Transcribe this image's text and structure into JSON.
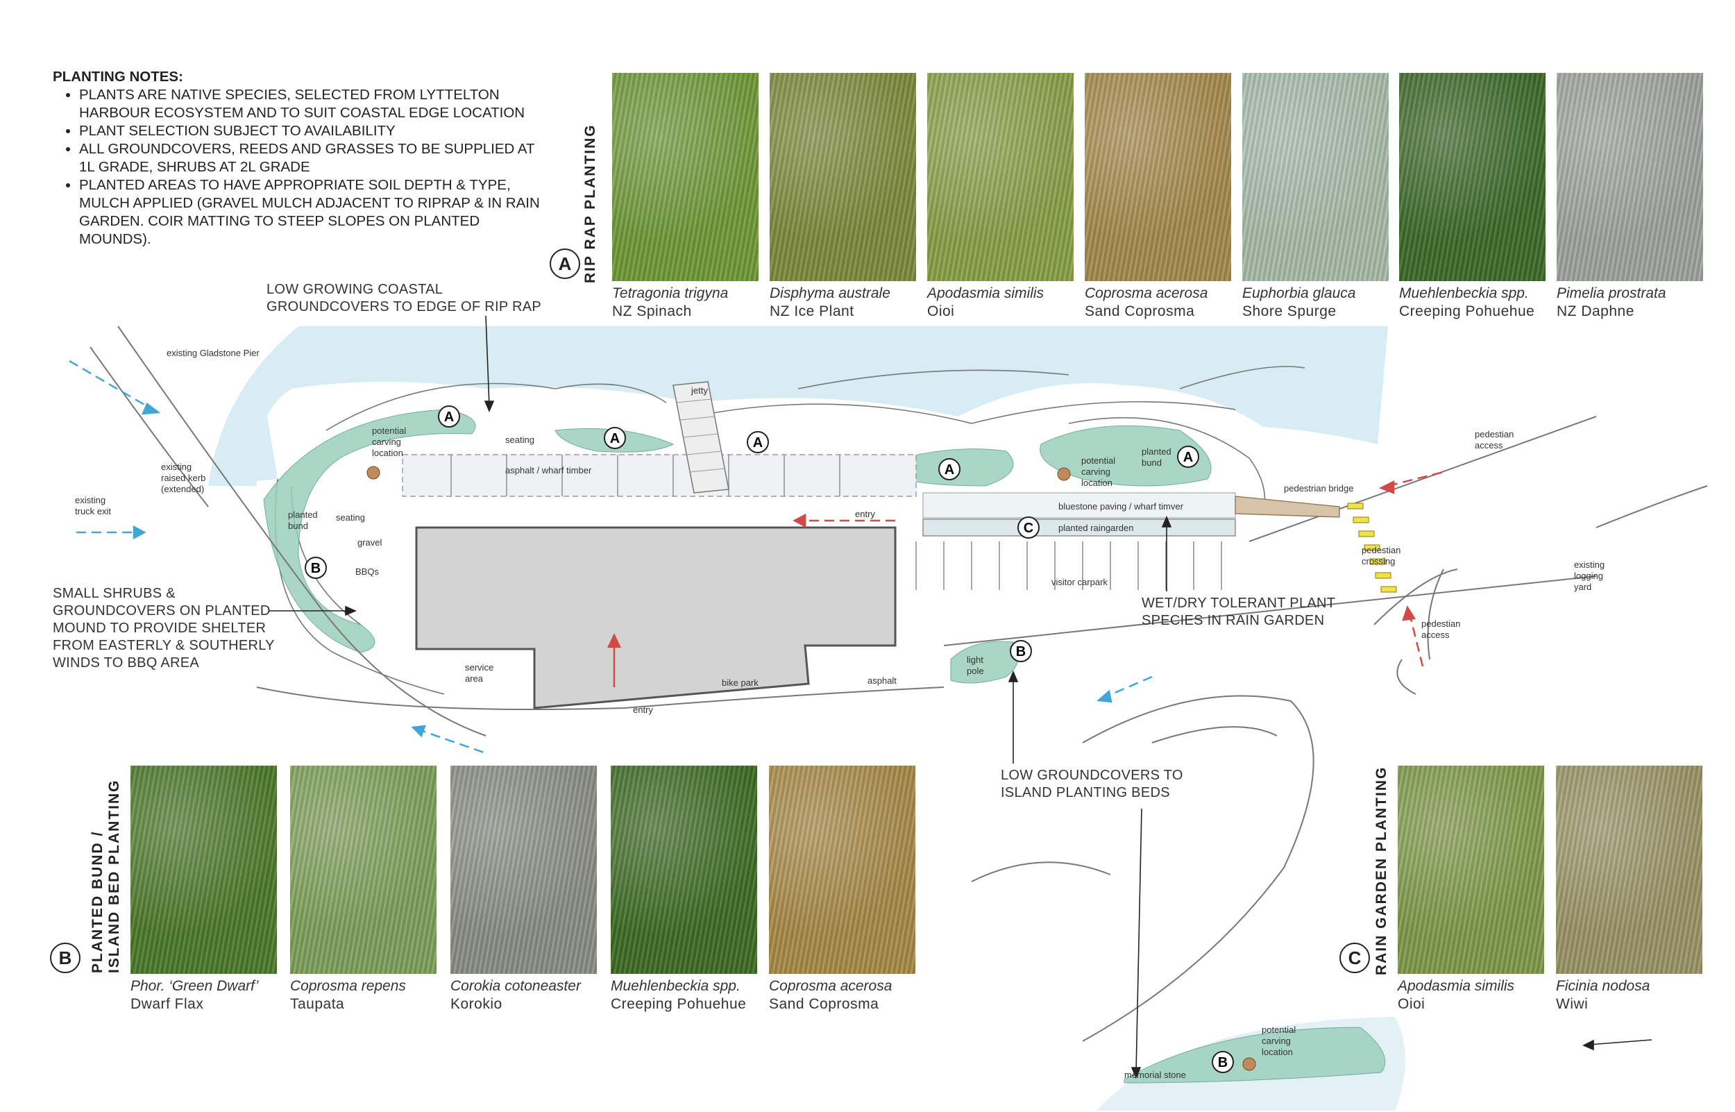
{
  "planting_notes": {
    "title": "PLANTING NOTES:",
    "items": [
      "PLANTS ARE NATIVE SPECIES, SELECTED FROM LYTTELTON HARBOUR ECOSYSTEM AND TO SUIT COASTAL EDGE LOCATION",
      "PLANT SELECTION SUBJECT TO AVAILABILITY",
      "ALL GROUNDCOVERS, REEDS AND GRASSES TO BE SUPPLIED AT 1L GRADE, SHRUBS AT 2L GRADE",
      "PLANTED AREAS TO HAVE APPROPRIATE SOIL DEPTH & TYPE, MULCH APPLIED (GRAVEL MULCH ADJACENT TO RIPRAP & IN RAIN GARDEN. COIR MATTING TO STEEP SLOPES ON PLANTED MOUNDS)."
    ]
  },
  "sections": {
    "rip_rap": {
      "letter": "A",
      "title": "RIP RAP PLANTING",
      "plants": [
        {
          "scientific": "Tetragonia trigyna",
          "common": "NZ Spinach",
          "color": "#6f9a3a"
        },
        {
          "scientific": "Disphyma australe",
          "common": "NZ Ice Plant",
          "color": "#7e8a3c"
        },
        {
          "scientific": "Apodasmia similis",
          "common": "Oioi",
          "color": "#8aa04a"
        },
        {
          "scientific": "Coprosma acerosa",
          "common": "Sand Coprosma",
          "color": "#a58a4c"
        },
        {
          "scientific": "Euphorbia glauca",
          "common": "Shore Spurge",
          "color": "#a7bca8"
        },
        {
          "scientific": "Muehlenbeckia spp.",
          "common": "Creeping Pohuehue",
          "color": "#3d6a2a"
        },
        {
          "scientific": "Pimelia prostrata",
          "common": "NZ Daphne",
          "color": "#9fa49e"
        }
      ]
    },
    "planted_bund": {
      "letter": "B",
      "title_line1": "PLANTED BUND /",
      "title_line2": "ISLAND BED PLANTING",
      "plants": [
        {
          "scientific": "Phor. ‘Green Dwarf’",
          "common": "Dwarf Flax",
          "color": "#4d7a2c"
        },
        {
          "scientific": "Coprosma repens",
          "common": "Taupata",
          "color": "#7ea05a"
        },
        {
          "scientific": "Corokia cotoneaster",
          "common": "Korokio",
          "color": "#8b8f86"
        },
        {
          "scientific": "Muehlenbeckia spp.",
          "common": "Creeping Pohuehue",
          "color": "#3f6d26"
        },
        {
          "scientific": "Coprosma acerosa",
          "common": "Sand Coprosma",
          "color": "#a88a48"
        }
      ]
    },
    "rain_garden": {
      "letter": "C",
      "title": "RAIN GARDEN PLANTING",
      "plants": [
        {
          "scientific": "Apodasmia similis",
          "common": "Oioi",
          "color": "#7f9a4a"
        },
        {
          "scientific": "Ficinia nodosa",
          "common": "Wiwi",
          "color": "#9a9466"
        }
      ]
    }
  },
  "callouts": {
    "rip_rap_edge": [
      "LOW GROWING COASTAL",
      "GROUNDCOVERS TO EDGE OF RIP RAP"
    ],
    "planted_mound": [
      "SMALL SHRUBS &",
      "GROUNDCOVERS ON PLANTED",
      "MOUND TO PROVIDE SHELTER",
      "FROM EASTERLY & SOUTHERLY",
      "WINDS TO BBQ AREA"
    ],
    "rain_garden": [
      "WET/DRY TOLERANT PLANT",
      "SPECIES IN RAIN GARDEN"
    ],
    "island_beds": [
      "LOW GROUNDCOVERS TO",
      "ISLAND PLANTING BEDS"
    ]
  },
  "map_labels": {
    "existing_pier": "existing Gladstone Pier",
    "existing_truck_exit": [
      "existing",
      "truck exit"
    ],
    "existing_kerb": [
      "existing",
      "raised kerb",
      "(extended)"
    ],
    "jetty": "jetty",
    "potential_carving_1": [
      "potential",
      "carving",
      "location"
    ],
    "seating_1": "seating",
    "asphalt_wharf": "asphalt / wharf timber",
    "planted_bund_1": [
      "planted",
      "bund"
    ],
    "seating_2": "seating",
    "gravel": "gravel",
    "bbqs": "BBQs",
    "entry_1": "entry",
    "potential_carving_2": [
      "potential",
      "carving",
      "location"
    ],
    "planted_bund_2": [
      "planted",
      "bund"
    ],
    "bluestone": "bluestone paving / wharf timver",
    "planted_raingarden": "planted raingarden",
    "pedestrian_bridge": "pedestrian bridge",
    "pedestrian_access_1": [
      "pedestian",
      "access"
    ],
    "pedestrian_crossing": [
      "pedestian",
      "crossing"
    ],
    "pedestrian_access_2": [
      "pedestian",
      "access"
    ],
    "existing_logging": [
      "existing",
      "logging",
      "yard"
    ],
    "visitor_carpark": "visitor carpark",
    "service_area": [
      "service",
      "area"
    ],
    "entry_2": "entry",
    "bike_park": "bike park",
    "asphalt": "asphalt",
    "light_pole": [
      "light",
      "pole"
    ],
    "potential_carving_3": [
      "potential",
      "carving",
      "location"
    ],
    "memorial_stone": "memorial stone"
  },
  "colors": {
    "water": "#d8ecf4",
    "planting": "#9ccfbd",
    "building": "#d3d3d3",
    "arrow_red": "#d24a45",
    "arrow_blue": "#3fa6d6"
  }
}
